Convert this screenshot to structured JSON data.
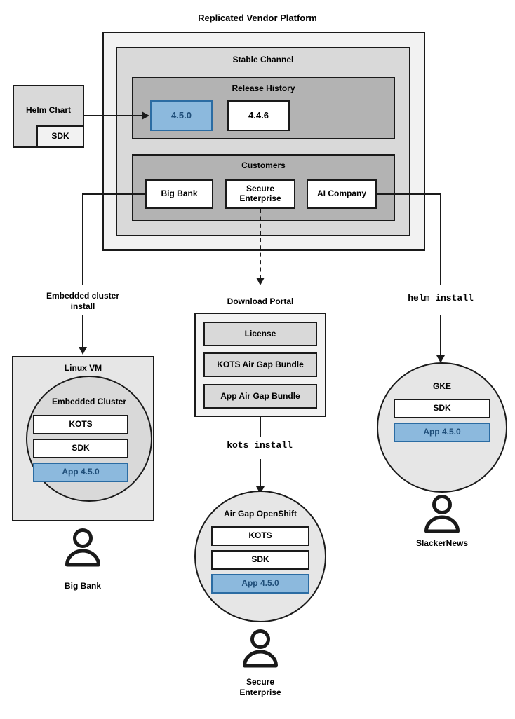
{
  "diagram": {
    "title": "Replicated Vendor Platform",
    "accent_blue": "#8cb9dd",
    "accent_blue_border": "#2b6ca3",
    "accent_blue_text": "#1f4e79",
    "line_color": "#1a1a1a"
  },
  "helm_chart": {
    "label": "Helm Chart",
    "sdk_label": "SDK"
  },
  "platform": {
    "channel": {
      "label": "Stable Channel",
      "release_history": {
        "label": "Release History",
        "releases": [
          {
            "version": "4.5.0",
            "highlighted": true
          },
          {
            "version": "4.4.6",
            "highlighted": false
          }
        ]
      },
      "customers": {
        "label": "Customers",
        "items": [
          {
            "name": "Big Bank"
          },
          {
            "name": "Secure\nEnterprise"
          },
          {
            "name": "AI Company"
          }
        ]
      }
    }
  },
  "flows": {
    "embedded_cluster_install": "Embedded cluster\ninstall",
    "kots_install": "kots install",
    "helm_install": "helm install"
  },
  "download_portal": {
    "label": "Download Portal",
    "artifacts": [
      {
        "label": "License"
      },
      {
        "label": "KOTS Air Gap Bundle"
      },
      {
        "label": "App Air Gap Bundle"
      }
    ]
  },
  "targets": {
    "linux_vm": {
      "label": "Linux VM",
      "cluster_label": "Embedded Cluster",
      "components": [
        {
          "label": "KOTS",
          "highlighted": false
        },
        {
          "label": "SDK",
          "highlighted": false
        },
        {
          "label": "App 4.5.0",
          "highlighted": true
        }
      ],
      "user": "Big Bank",
      "user_icon": "person-icon"
    },
    "openshift": {
      "label": "Air Gap OpenShift",
      "components": [
        {
          "label": "KOTS",
          "highlighted": false
        },
        {
          "label": "SDK",
          "highlighted": false
        },
        {
          "label": "App 4.5.0",
          "highlighted": true
        }
      ],
      "user": "Secure\nEnterprise",
      "user_icon": "person-icon"
    },
    "gke": {
      "label": "GKE",
      "components": [
        {
          "label": "SDK",
          "highlighted": false
        },
        {
          "label": "App 4.5.0",
          "highlighted": true
        }
      ],
      "user": "SlackerNews",
      "user_icon": "person-icon"
    }
  }
}
